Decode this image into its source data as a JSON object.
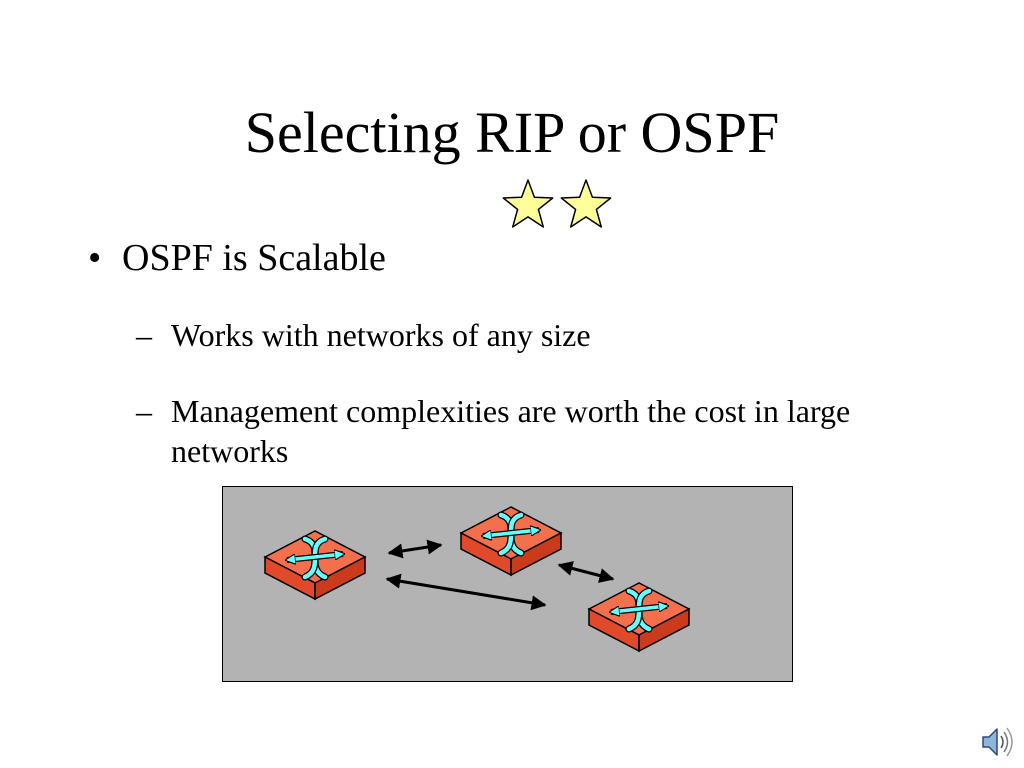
{
  "slide": {
    "title": "Selecting RIP or OSPF",
    "rating": {
      "stars": 2,
      "icon": "star-icon",
      "color": "#ffff99"
    },
    "bullet": {
      "symbol": "•",
      "text": "OSPF is Scalable",
      "subpoints": [
        {
          "dash": "–",
          "text": "Works with networks of any size"
        },
        {
          "dash": "–",
          "text": "Management complexities are worth the cost in large networks"
        }
      ]
    }
  },
  "diagram": {
    "background": "#b3b3b3",
    "router_icon": "router-icon",
    "router_color": "#f4704d",
    "arrow_icon": "cyan-arrows",
    "arrow_color": "#66ffff",
    "link_icon": "double-headed-arrow"
  },
  "footer": {
    "audio_icon": "speaker-icon"
  }
}
